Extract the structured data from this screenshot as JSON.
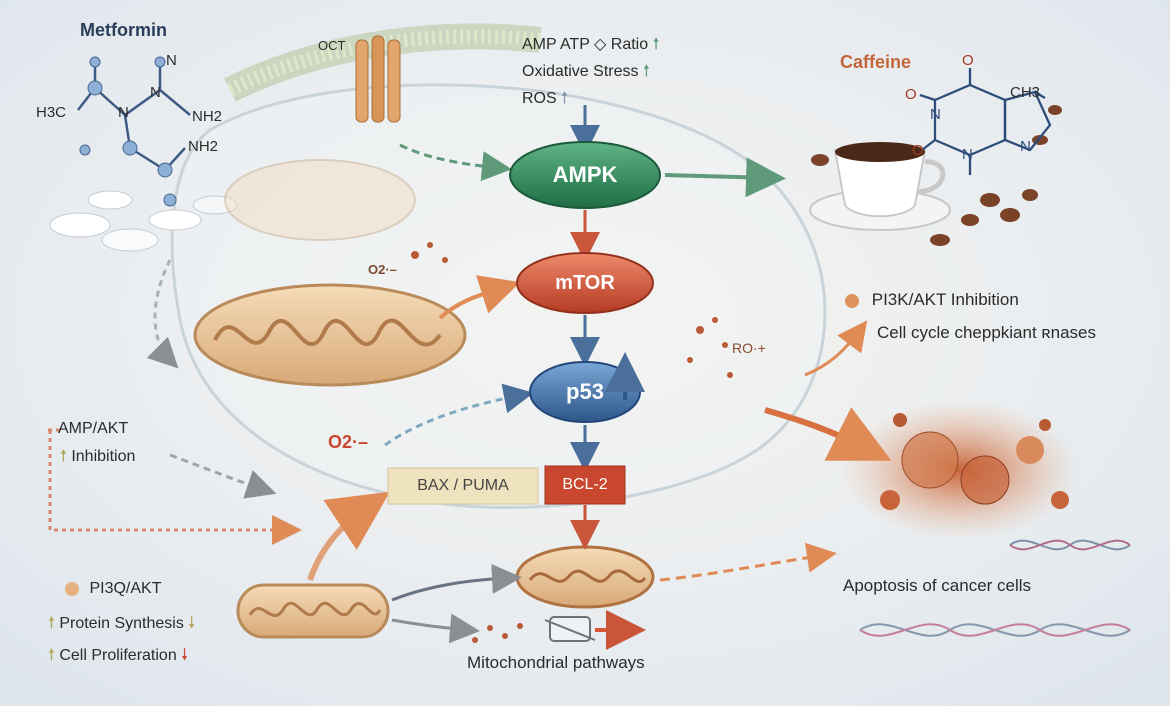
{
  "metformin": {
    "title": "Metformin",
    "atoms": {
      "h3c": "H3C",
      "n1": "N",
      "n2": "N",
      "n3": "N",
      "nh2a": "NH2",
      "nh2b": "NH2"
    }
  },
  "membrane": {
    "oct": "OCT"
  },
  "stress": {
    "ratio": "AMP ATP ◇ Ratio",
    "ratio_arrow": "🠕",
    "oxidative": "Oxidative Stress",
    "oxidative_arrow": "🠕",
    "ros": "ROS",
    "ros_arrow": "🠕"
  },
  "nodes": {
    "ampk": "AMPK",
    "mtor": "mTOR",
    "p53": "p53"
  },
  "boxes": {
    "bax": "BAX / PUMA",
    "bcl2": "BCL-2"
  },
  "radicals": {
    "o2_top": "O2·–",
    "o2_bottom": "O2·–",
    "ro": "RO·+"
  },
  "caffeine": {
    "title": "Caffeine",
    "atoms": {
      "o1": "O",
      "o2": "O",
      "o3": "O",
      "n1": "N",
      "n2": "N",
      "n3": "N",
      "ch3": "CH3"
    }
  },
  "effects_right": {
    "pi3k": "PI3K/AKT Inhibition",
    "cell_cycle": "Cell cycle cheppkiant ʀnases"
  },
  "left_note": {
    "line1": "AMP/AKT",
    "line2": "Inhibition",
    "arrow": "🠕"
  },
  "bottom_left": {
    "pi3q": "PI3Q/AKT",
    "protein": "Protein Synthesis",
    "protein_up": "🠕",
    "protein_down": "🠗",
    "prolif": "Cell Proliferation",
    "prolif_up": "🠕",
    "prolif_down": "🠗"
  },
  "apoptosis": "Apoptosis of cancer cells",
  "mito_pathways": "Mitochondrial pathways",
  "colors": {
    "ampk": "#2f8a5b",
    "mtor": "#d65a3c",
    "p53": "#3a6ea8",
    "bcl2": "#c9472f",
    "bax": "#efe2bf",
    "caffeine": "#c4663a",
    "arrow_blue": "#4a6f9a",
    "arrow_red": "#c9553a",
    "arrow_orange": "#e08a55",
    "arrow_green": "#5f9a7a"
  }
}
